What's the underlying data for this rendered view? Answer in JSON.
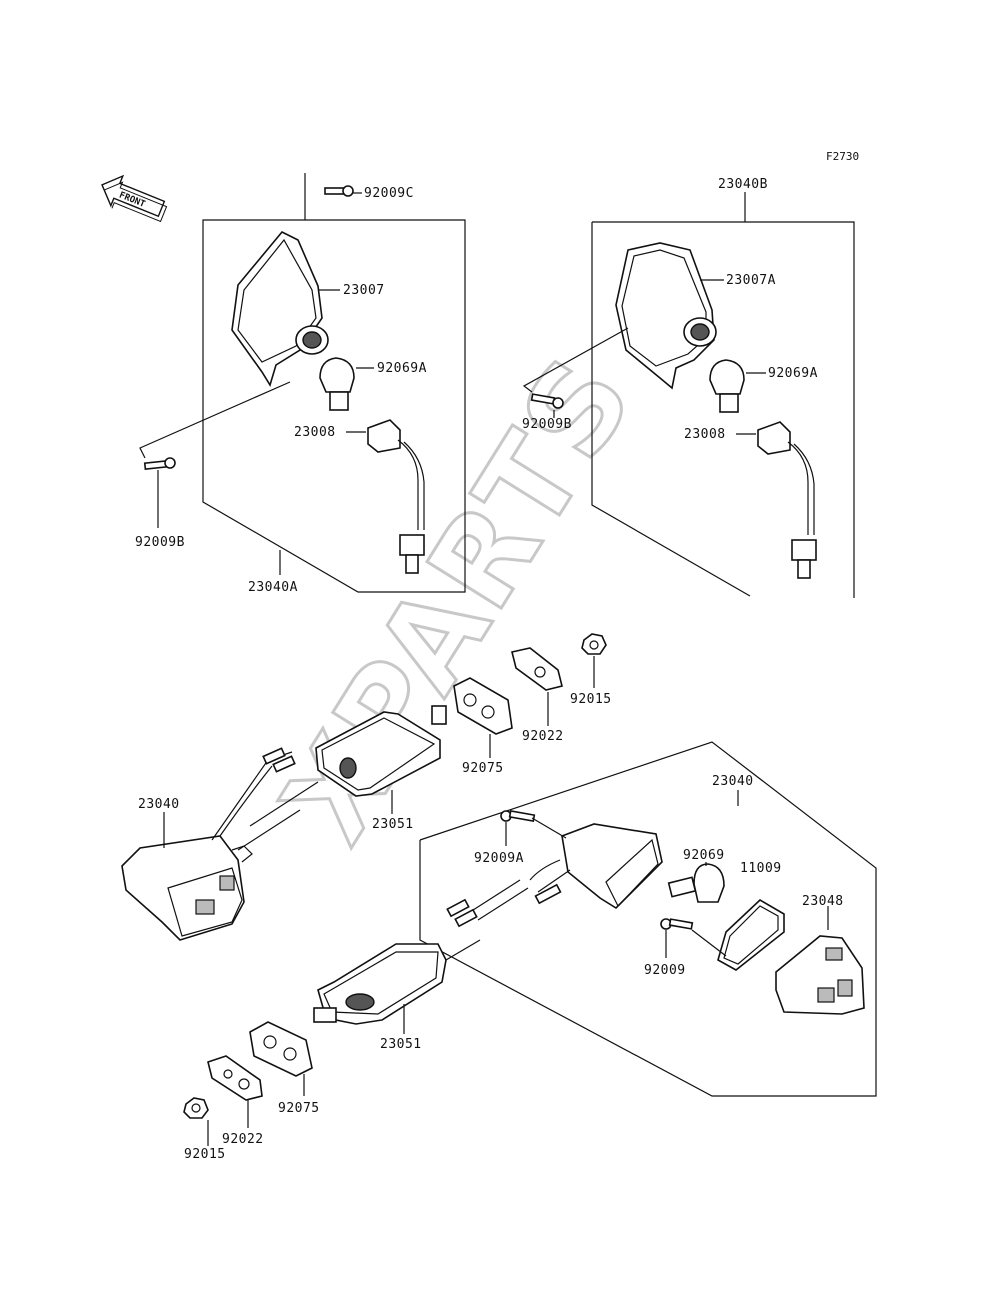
{
  "figure_code": "F2730",
  "front_label": "FRONT",
  "watermark": "XPARTS",
  "labels": {
    "p92009C": "92009C",
    "p23007": "23007",
    "p92069A_l": "92069A",
    "p23008_l": "23008",
    "p92009B_l": "92009B",
    "p23040A": "23040A",
    "p23040B": "23040B",
    "p23007A": "23007A",
    "p92069A_r": "92069A",
    "p92009B_r": "92009B",
    "p23008_r": "23008",
    "p92015_t": "92015",
    "p92022_t": "92022",
    "p92075_t": "92075",
    "p23040_l": "23040",
    "p23051_t": "23051",
    "p23040_r": "23040",
    "p92009A": "92009A",
    "p92069": "92069",
    "p11009": "11009",
    "p23048": "23048",
    "p92009": "92009",
    "p23051_b": "23051",
    "p92075_b": "92075",
    "p92022_b": "92022",
    "p92015_b": "92015"
  }
}
